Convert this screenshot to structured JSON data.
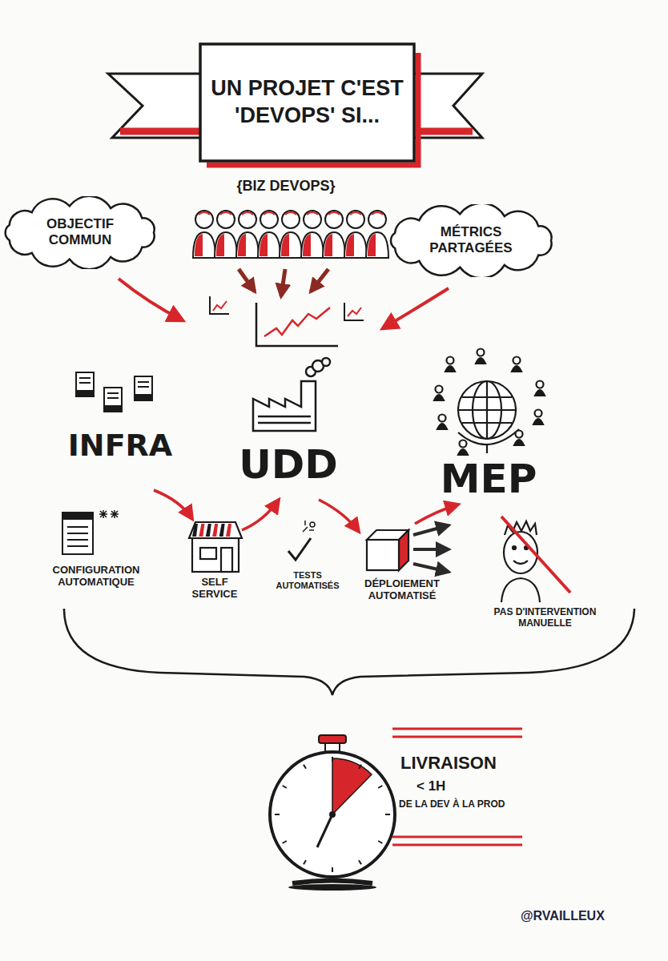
{
  "diagram": {
    "title": "UN PROJET C'EST 'DEVOPS' SI...",
    "nodes": [
      {
        "text": [
          "OBJECTIF COMMUN"
        ]
      },
      {
        "text": [
          "MÉTRICS PARTAGÉES"
        ]
      }
    ],
    "labels": [
      "{BIZ DEVOPS}",
      "INFRA",
      "UDD",
      "MEP",
      "CONFIGURATION AUTOMATIQUE",
      "SELF SERVICE",
      "TESTS AUTOMATISÉS",
      "DÉPLOIEMENT AUTOMATISÉ",
      "PAS D'INTERVENTION MANUELLE",
      "LIVRAISON",
      "< 1H",
      "DE LA DEV À LA PROD",
      "@RVAILLEUX"
    ]
  }
}
